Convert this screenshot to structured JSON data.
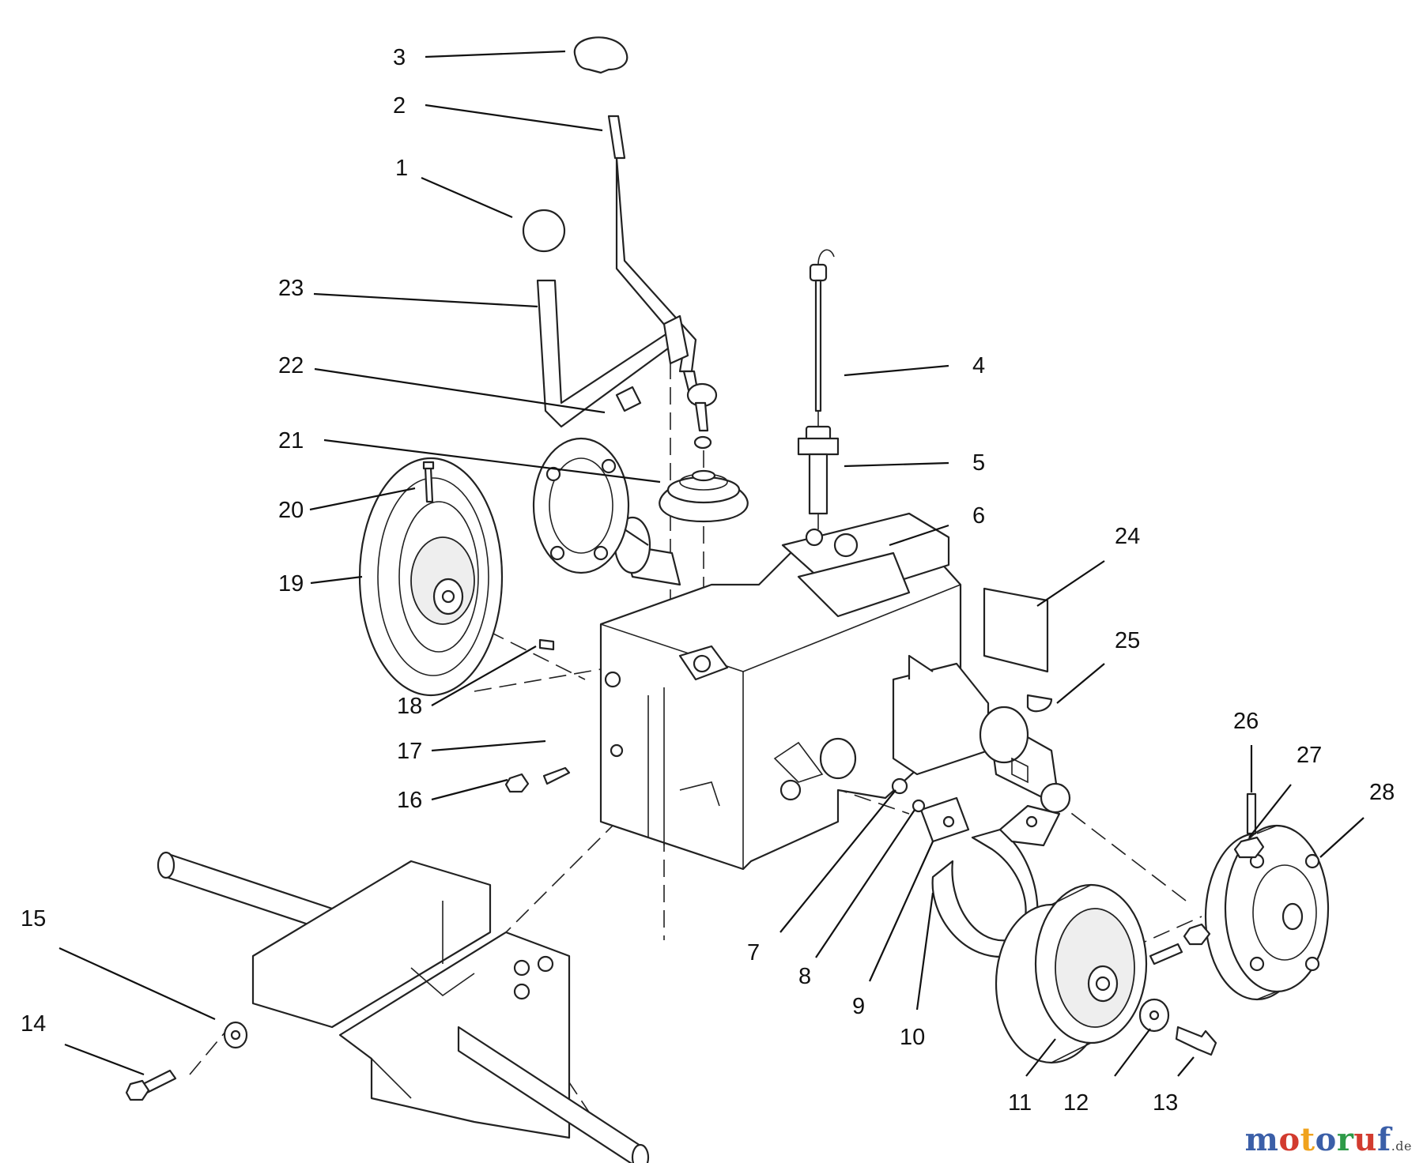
{
  "callouts": [
    {
      "id": "3",
      "label": "3"
    },
    {
      "id": "2",
      "label": "2"
    },
    {
      "id": "1",
      "label": "1"
    },
    {
      "id": "23",
      "label": "23"
    },
    {
      "id": "22",
      "label": "22"
    },
    {
      "id": "21",
      "label": "21"
    },
    {
      "id": "20",
      "label": "20"
    },
    {
      "id": "19",
      "label": "19"
    },
    {
      "id": "18",
      "label": "18"
    },
    {
      "id": "17",
      "label": "17"
    },
    {
      "id": "16",
      "label": "16"
    },
    {
      "id": "15",
      "label": "15"
    },
    {
      "id": "14",
      "label": "14"
    },
    {
      "id": "4",
      "label": "4"
    },
    {
      "id": "5",
      "label": "5"
    },
    {
      "id": "6",
      "label": "6"
    },
    {
      "id": "24",
      "label": "24"
    },
    {
      "id": "25",
      "label": "25"
    },
    {
      "id": "26",
      "label": "26"
    },
    {
      "id": "27",
      "label": "27"
    },
    {
      "id": "28",
      "label": "28"
    },
    {
      "id": "7",
      "label": "7"
    },
    {
      "id": "8",
      "label": "8"
    },
    {
      "id": "9",
      "label": "9"
    },
    {
      "id": "10",
      "label": "10"
    },
    {
      "id": "11",
      "label": "11"
    },
    {
      "id": "12",
      "label": "12"
    },
    {
      "id": "13",
      "label": "13"
    }
  ],
  "watermark": {
    "letters": [
      "m",
      "o",
      "t",
      "o",
      "r",
      "u",
      "f"
    ],
    "colors": [
      "#3b5fa8",
      "#d23b2f",
      "#f0a21c",
      "#3b5fa8",
      "#2e9a48",
      "#d23b2f",
      "#3b5fa8"
    ],
    "tld": ".de"
  }
}
